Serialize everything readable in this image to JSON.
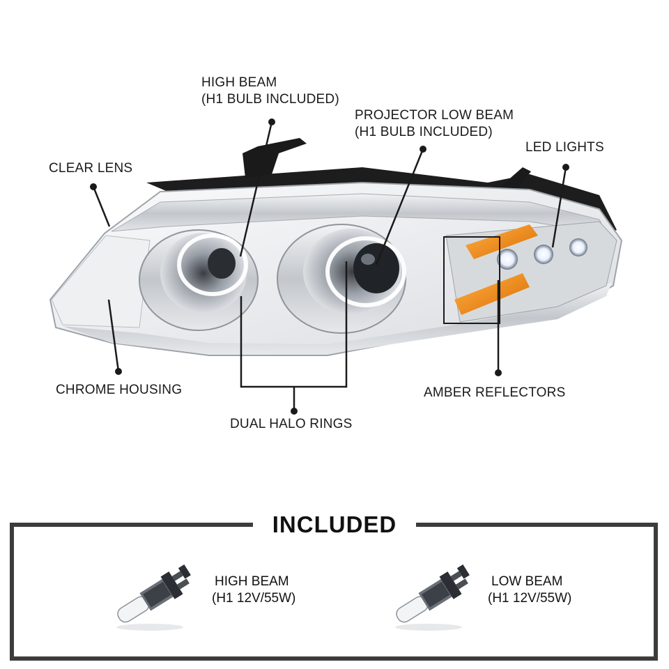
{
  "callouts": {
    "high_beam": {
      "line1": "HIGH BEAM",
      "line2": "(H1 BULB INCLUDED)"
    },
    "projector_low_beam": {
      "line1": "PROJECTOR LOW BEAM",
      "line2": "(H1 BULB INCLUDED)"
    },
    "led_lights": "LED LIGHTS",
    "clear_lens": "CLEAR LENS",
    "chrome_housing": "CHROME HOUSING",
    "dual_halo_rings": "DUAL HALO RINGS",
    "amber_reflectors": "AMBER REFLECTORS"
  },
  "included": {
    "title": "INCLUDED",
    "bulbs": [
      {
        "line1": "HIGH BEAM",
        "line2": "(H1 12V/55W)"
      },
      {
        "line1": "LOW BEAM",
        "line2": "(H1 12V/55W)"
      }
    ]
  },
  "colors": {
    "housing_black": "#1d1d1d",
    "chrome": "#c9ccd0",
    "amber": "#f08a12",
    "led": "#ffffff",
    "frame": "#3c3c3c"
  },
  "icons": [
    "headlight-assembly-image",
    "h1-bulb-icon"
  ]
}
